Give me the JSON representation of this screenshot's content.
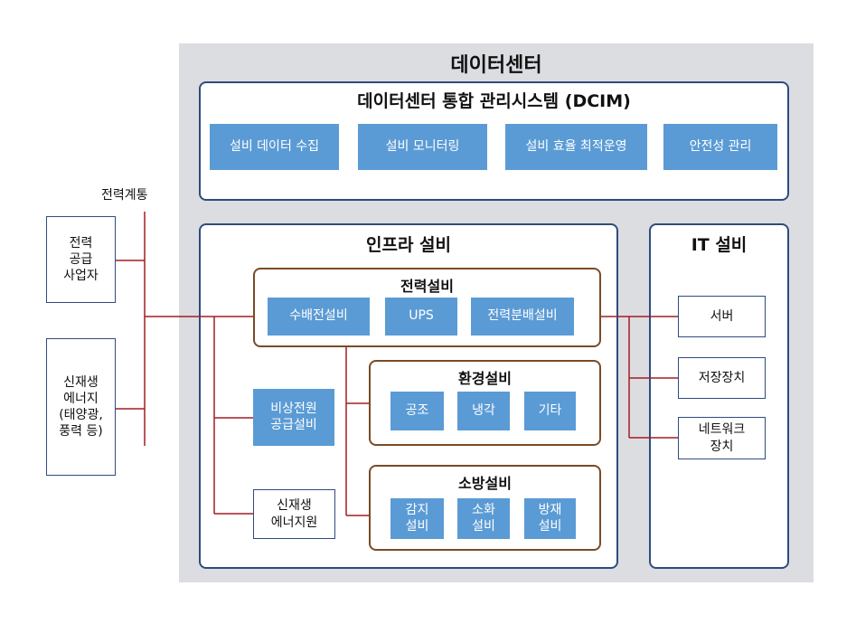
{
  "datacenter": {
    "title": "데이터센터",
    "dcim": {
      "title": "데이터센터 통합 관리시스템 (DCIM)",
      "items": [
        "설비 데이터 수집",
        "설비 모니터링",
        "설비 효율 최적운영",
        "안전성 관리"
      ]
    },
    "infra": {
      "title": "인프라 설비",
      "power": {
        "title": "전력설비",
        "items": [
          "수배전설비",
          "UPS",
          "전력분배설비"
        ]
      },
      "env": {
        "title": "환경설비",
        "items": [
          "공조",
          "냉각",
          "기타"
        ]
      },
      "fire": {
        "title": "소방설비",
        "items": [
          "감지\n설비",
          "소화\n설비",
          "방재\n설비"
        ]
      },
      "backup": "비상전원\n공급설비",
      "renew": "신재생\n에너지원"
    },
    "it": {
      "title": "IT 설비",
      "items": [
        "서버",
        "저장장치",
        "네트워크\n장치"
      ]
    }
  },
  "grid": {
    "label": "전력계통",
    "sources": [
      "전력\n공급\n사업자",
      "신재생\n에너지\n(태양광,\n풍력 등)"
    ]
  },
  "colors": {
    "line": "#a31d24",
    "box": "#5b9bd5",
    "panel_border": "#2f4b80",
    "group_border": "#7a4b25",
    "background": "#dcdde1"
  }
}
